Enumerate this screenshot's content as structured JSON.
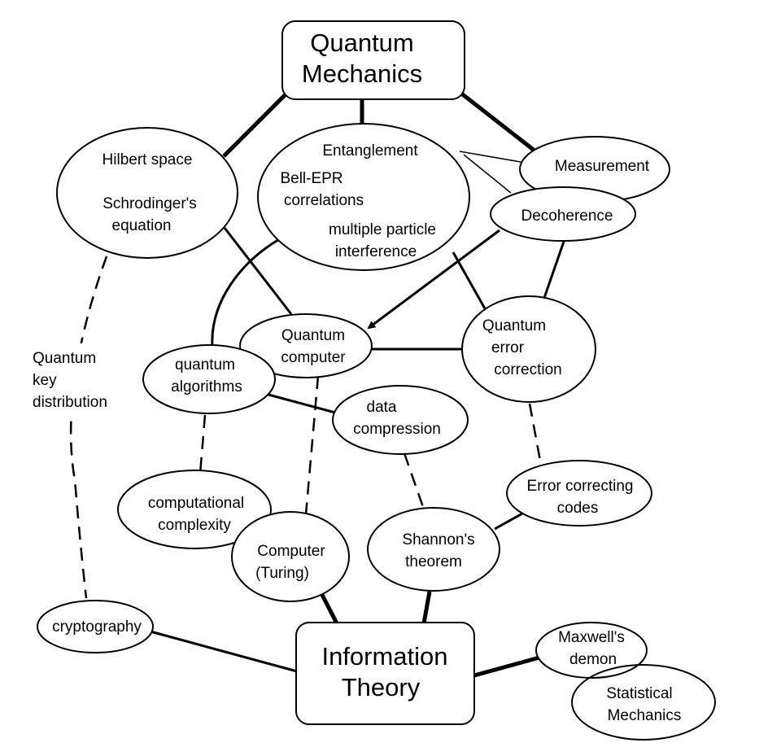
{
  "nodes": {
    "quantum_mechanics": [
      "Quantum",
      "Mechanics"
    ],
    "information_theory": [
      "Information",
      "Theory"
    ],
    "hilbert": [
      "Hilbert space",
      "Schrodinger's",
      "equation"
    ],
    "entanglement": [
      "Entanglement",
      "Bell-EPR",
      "correlations",
      "multiple particle",
      "interference"
    ],
    "measurement": [
      "Measurement"
    ],
    "decoherence": [
      "Decoherence"
    ],
    "quantum_computer": [
      "Quantum",
      "computer"
    ],
    "quantum_error_correction": [
      "Quantum",
      "error",
      "correction"
    ],
    "quantum_algorithms": [
      "quantum",
      "algorithms"
    ],
    "data_compression": [
      "data",
      "compression"
    ],
    "error_correcting_codes": [
      "Error correcting",
      "codes"
    ],
    "computational_complexity": [
      "computational",
      "complexity"
    ],
    "computer_turing": [
      "Computer",
      "(Turing)"
    ],
    "shannons_theorem": [
      "Shannon's",
      "theorem"
    ],
    "cryptography": [
      "cryptography"
    ],
    "maxwells_demon": [
      "Maxwell's",
      "demon"
    ],
    "statistical_mechanics": [
      "Statistical",
      "Mechanics"
    ]
  },
  "edge_label": {
    "quantum_key_distribution": [
      "Quantum",
      "key",
      "distribution"
    ]
  }
}
